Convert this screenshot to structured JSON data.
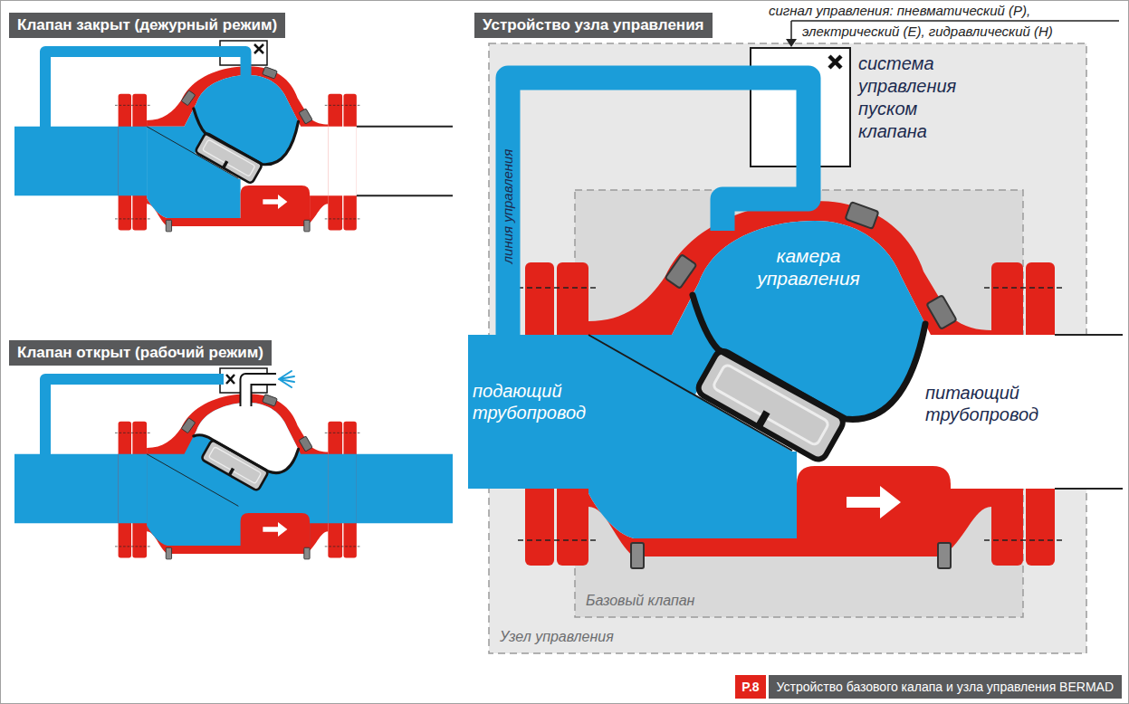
{
  "diagram": {
    "caption": "Устройство базового калапа и узла управления BERMAD",
    "nodes": [
      {
        "text": [
          "Клапан закрыт (дежурный режим)"
        ]
      },
      {
        "text": [
          "Клапан открыт (рабочий режим)"
        ]
      },
      {
        "text": [
          "Устройство узла управления"
        ]
      },
      {
        "text": [
          "Узел управления"
        ]
      },
      {
        "text": [
          "система управления пуском клапана"
        ],
        "in": 3
      },
      {
        "text": [
          "подающий трубопровод"
        ],
        "in": 3
      },
      {
        "text": [
          "Базовый клапан"
        ],
        "in": 3
      },
      {
        "text": [
          "камера управления"
        ],
        "in": 6
      },
      {
        "text": [
          "питающий трубопровод"
        ],
        "in": 3
      }
    ],
    "edges": [
      {
        "from": 5,
        "to": 4,
        "arrow": "none",
        "label": "линия управления"
      },
      {
        "from": 4,
        "to": 7,
        "arrow": "none"
      }
    ],
    "labels": [
      "сигнал управления: пневматический (P), электрический (E), гидравлический (H)",
      "P.8"
    ]
  }
}
